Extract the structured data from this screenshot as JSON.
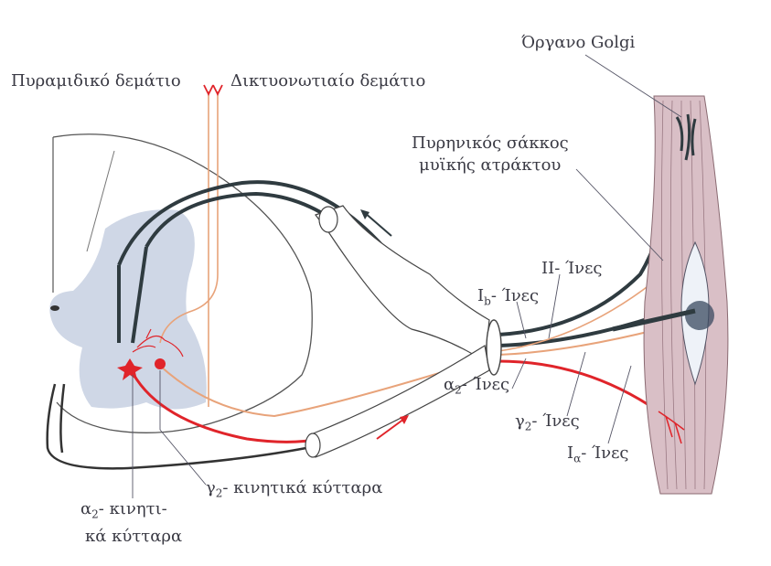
{
  "labels": {
    "pyramidal": "Πυραμιδικό δεμάτιο",
    "reticulospinal": "Δικτυονωτιαίο δεμάτιο",
    "golgi": "Όργανο Golgi",
    "nuclear_bag_1": "Πυρηνικός σάκκος",
    "nuclear_bag_2": "μυϊκής ατράκτου",
    "ii_fibers": "ΙΙ- Ίνες",
    "ib_main": "I",
    "ib_sub": "b",
    "ib_suffix": "- Ίνες",
    "a2_main": "α",
    "a2_sub": "2",
    "a2_suffix": "- Ίνες",
    "g2_main": "γ",
    "g2_sub": "2",
    "g2_suffix": "- Ίνες",
    "ia_main": "I",
    "ia_sub": "α",
    "ia_suffix": "- Ίνες",
    "g2_cells_main": "γ",
    "g2_cells_sub": "2",
    "g2_cells_suffix": "- κινητικά κύτταρα",
    "a2_cells_main": "α",
    "a2_cells_sub": "2",
    "a2_cells_suffix": "- κινητι-",
    "a2_cells_line2": "κά κύτταρα"
  },
  "colors": {
    "nerve_dark": "#2f3b40",
    "motor_red": "#e0242a",
    "fiber_orange": "#e8a37a",
    "grey_matter": "#cfd7e6",
    "muscle": "#d9bfc6",
    "text": "#3a3a44"
  }
}
